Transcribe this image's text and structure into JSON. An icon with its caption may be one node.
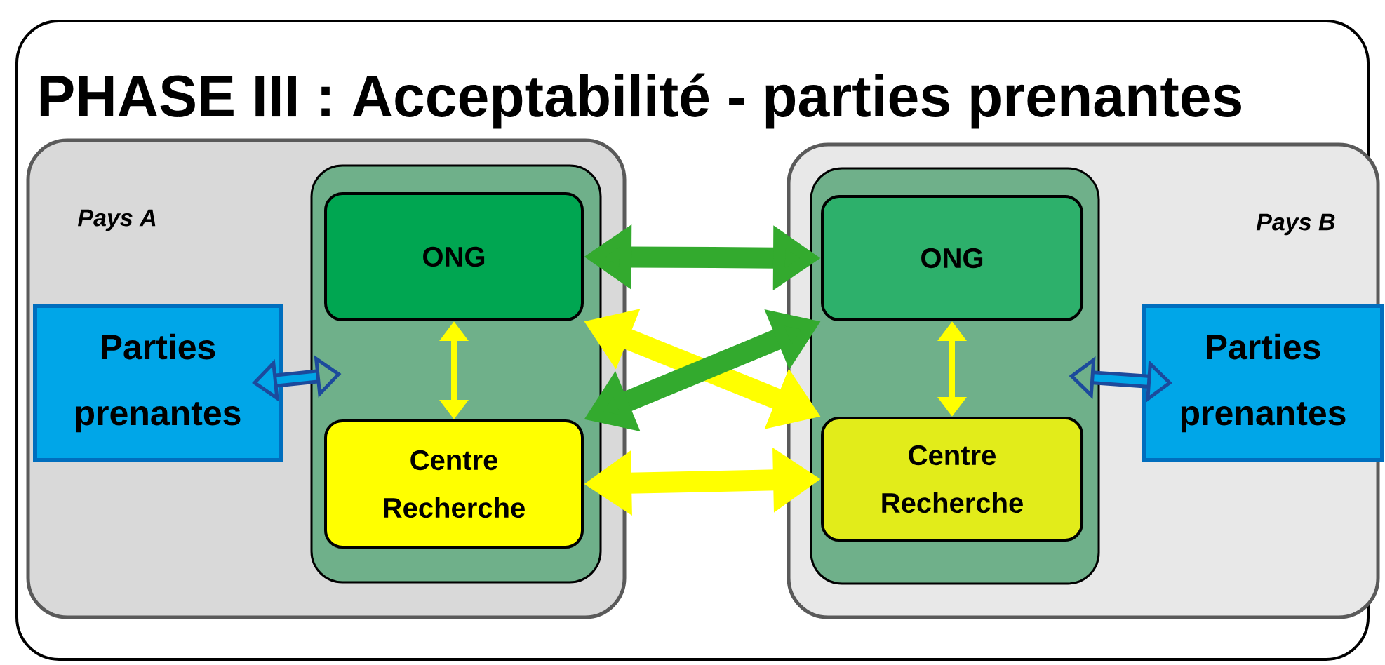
{
  "diagram": {
    "title": "PHASE III : Acceptabilité - parties prenantes",
    "nodes": [
      {
        "text": [
          "Pays A"
        ]
      },
      {
        "text": [],
        "shape": "box",
        "in": 0
      },
      {
        "text": [
          "ONG"
        ],
        "in": 1
      },
      {
        "text": [
          "Centre Recherche"
        ],
        "in": 1
      },
      {
        "text": [
          "Parties prenantes"
        ],
        "in": 0
      },
      {
        "text": [
          "Pays B"
        ]
      },
      {
        "text": [],
        "shape": "box",
        "in": 5
      },
      {
        "text": [
          "ONG"
        ],
        "in": 6
      },
      {
        "text": [
          "Centre Recherche"
        ],
        "in": 6
      },
      {
        "text": [
          "Parties prenantes"
        ],
        "in": 5
      }
    ],
    "edges": [
      {
        "from": 2,
        "to": 3,
        "arrow": "both",
        "color": "#ffff00"
      },
      {
        "from": 7,
        "to": 8,
        "arrow": "both",
        "color": "#ffff00"
      },
      {
        "from": 2,
        "to": 7,
        "arrow": "both",
        "color": "#33aa2e"
      },
      {
        "from": 2,
        "to": 8,
        "arrow": "both",
        "color": "#ffff00"
      },
      {
        "from": 3,
        "to": 7,
        "arrow": "both",
        "color": "#33aa2e"
      },
      {
        "from": 3,
        "to": 8,
        "arrow": "both",
        "color": "#ffff00"
      },
      {
        "from": 4,
        "to": 1,
        "arrow": "both",
        "color": "#1c4a9c"
      },
      {
        "from": 9,
        "to": 6,
        "arrow": "both",
        "color": "#1c4a9c"
      }
    ]
  }
}
